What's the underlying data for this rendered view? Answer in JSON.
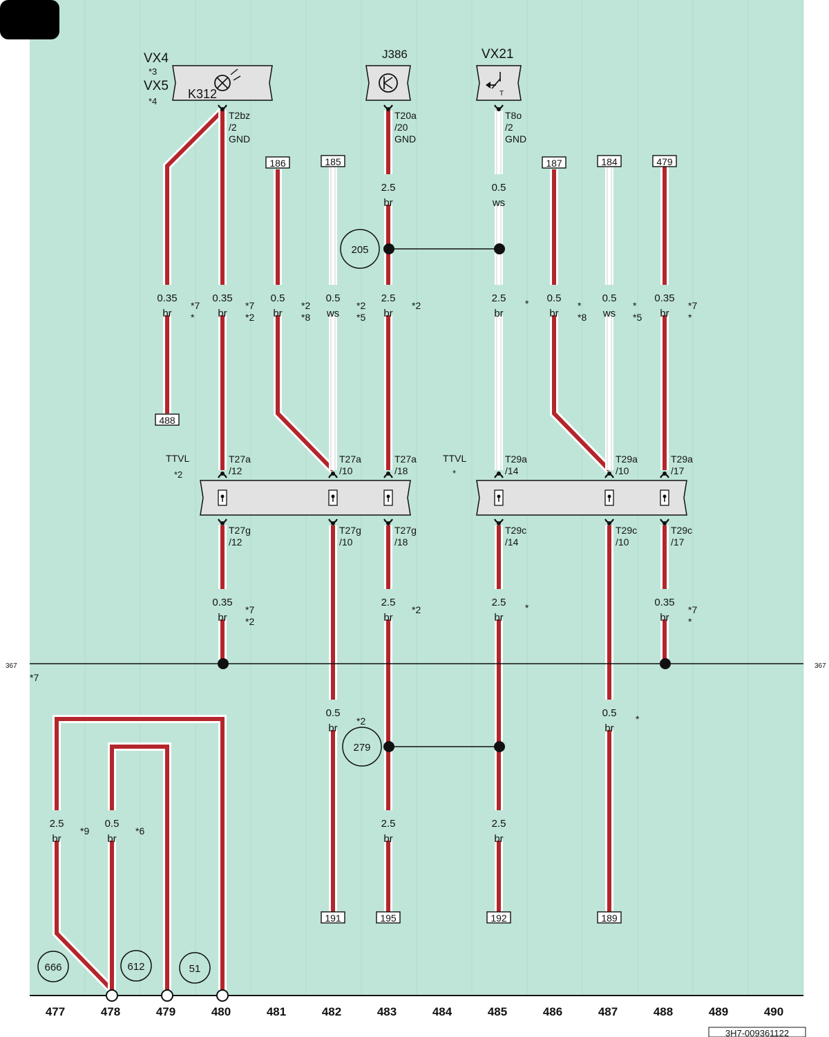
{
  "colors": {
    "background": "#bfe5d8",
    "wire_br": "#b3262c",
    "wire_ws": "#ffffff",
    "component_fill": "#e2e2e2",
    "ink": "#111111"
  },
  "components": {
    "left": {
      "vx4": "VX4",
      "note3": "*3",
      "vx5": "VX5",
      "note4": "*4",
      "k312": "K312",
      "pin": [
        "T2bz",
        "/2",
        "GND"
      ]
    },
    "j386": {
      "name": "J386",
      "pin": [
        "T20a",
        "/20",
        "GND"
      ]
    },
    "vx21": {
      "name": "VX21",
      "pin": [
        "T8o",
        "/2",
        "GND"
      ]
    }
  },
  "refboxes": [
    "186",
    "185",
    "187",
    "184",
    "479",
    "488",
    "191",
    "195",
    "192",
    "189"
  ],
  "circles": [
    "205",
    "279",
    "666",
    "612",
    "51"
  ],
  "wire_labels": [
    [
      "2.5",
      "br"
    ],
    [
      "0.5",
      "ws"
    ],
    [
      "0.35",
      "br"
    ],
    [
      "0.35",
      "br"
    ],
    [
      "0.5",
      "br"
    ],
    [
      "0.5",
      "ws"
    ],
    [
      "2.5",
      "br"
    ],
    [
      "2.5",
      "br"
    ],
    [
      "0.5",
      "br"
    ],
    [
      "0.5",
      "ws"
    ],
    [
      "0.35",
      "br"
    ],
    [
      "0.35",
      "br"
    ],
    [
      "2.5",
      "br"
    ],
    [
      "2.5",
      "br"
    ],
    [
      "0.35",
      "br"
    ],
    [
      "0.5",
      "br"
    ],
    [
      "0.5",
      "br"
    ],
    [
      "2.5",
      "br"
    ],
    [
      "0.5",
      "br"
    ],
    [
      "2.5",
      "br"
    ],
    [
      "2.5",
      "br"
    ]
  ],
  "notes": [
    [
      "*7",
      "*"
    ],
    [
      "*7",
      "*2"
    ],
    [
      "*2",
      "*8"
    ],
    [
      "*2",
      "*5"
    ],
    [
      "*2"
    ],
    [
      "*"
    ],
    [
      "*",
      "*8"
    ],
    [
      "*",
      "*5"
    ],
    [
      "*7",
      "*"
    ],
    [
      "*7",
      "*2"
    ],
    [
      "*2"
    ],
    [
      "*"
    ],
    [
      "*7",
      "*"
    ],
    [
      "*7"
    ],
    [
      "*2"
    ],
    [
      "*"
    ],
    [
      "*9"
    ],
    [
      "*6"
    ]
  ],
  "connectors": {
    "ttvl": "TTVL",
    "ttvl_note_left": "*2",
    "ttvl_note_right": "*",
    "top_pins": [
      [
        "T27a",
        "/12"
      ],
      [
        "T27a",
        "/10"
      ],
      [
        "T27a",
        "/18"
      ],
      [
        "T29a",
        "/14"
      ],
      [
        "T29a",
        "/10"
      ],
      [
        "T29a",
        "/17"
      ]
    ],
    "bottom_pins": [
      [
        "T27g",
        "/12"
      ],
      [
        "T27g",
        "/10"
      ],
      [
        "T27g",
        "/18"
      ],
      [
        "T29c",
        "/14"
      ],
      [
        "T29c",
        "/10"
      ],
      [
        "T29c",
        "/17"
      ]
    ]
  },
  "ground_line": {
    "ref_left": "367",
    "ref_right": "367"
  },
  "footer": {
    "columns": [
      "477",
      "478",
      "479",
      "480",
      "481",
      "482",
      "483",
      "484",
      "485",
      "486",
      "487",
      "488",
      "489",
      "490"
    ],
    "doc_id": "3H7-009361122"
  }
}
